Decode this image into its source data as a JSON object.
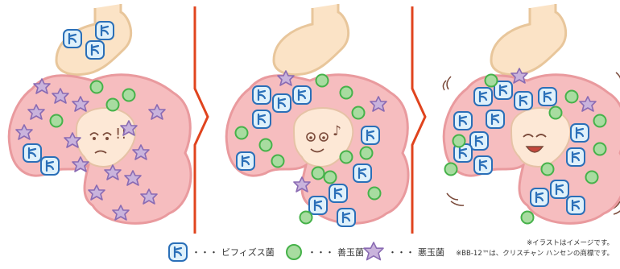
{
  "scene": {
    "panels": [
      {
        "face": "confused",
        "mark": "!!"
      },
      {
        "face": "smiling",
        "mark": "♪"
      },
      {
        "face": "happy",
        "mark": ""
      }
    ],
    "separator": "zigzag"
  },
  "legend": [
    {
      "icon": "bifidobacteria-icon",
      "label": "ビフィズス菌",
      "color": "#2a6fb8"
    },
    {
      "icon": "good-bacteria-icon",
      "label": "善玉菌",
      "color": "#46b24a"
    },
    {
      "icon": "bad-bacteria-icon",
      "label": "悪玉菌",
      "color": "#8a6bb3"
    }
  ],
  "legend_dots": "・・・",
  "notes": {
    "line1": "※イラストはイメージです。",
    "line2": "※BB-12™は、クリスチャン ハンセンの商標です。"
  },
  "colors": {
    "intestine": "#f6bdbf",
    "intestine_stroke": "#e99a9e",
    "stomach": "#fbe3c6",
    "separator": "#e0441e"
  }
}
